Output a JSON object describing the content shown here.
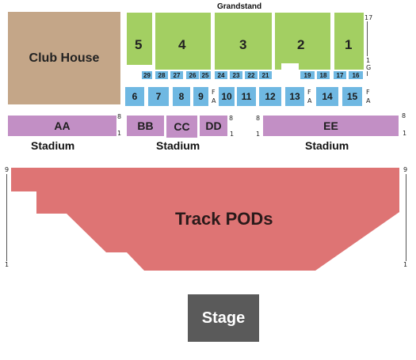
{
  "colors": {
    "club_house": "#c4a688",
    "grandstand": "#a3cf62",
    "blue_section": "#6fb8e2",
    "stadium_section": "#c28fc5",
    "track_pods": "#de7474",
    "stage": "#5a5a5a"
  },
  "grandstand": {
    "title": "Grandstand",
    "upper_sections": [
      "5",
      "4",
      "3",
      "2",
      "1"
    ],
    "row_labels": {
      "top": "17",
      "bottom_1": "1",
      "bottom_g": "G"
    },
    "small_sections": [
      "29",
      "28",
      "27",
      "26",
      "25",
      "24",
      "23",
      "22",
      "21",
      "19",
      "18",
      "17",
      "16"
    ],
    "lower_sections": [
      "6",
      "7",
      "8",
      "9",
      "10",
      "11",
      "12",
      "13",
      "14",
      "15"
    ],
    "fa_labels": [
      "F",
      "A"
    ]
  },
  "club_house": {
    "label": "Club House"
  },
  "stadium": {
    "sections": [
      "AA",
      "BB",
      "CC",
      "DD",
      "EE"
    ],
    "label": "Stadium",
    "row_labels": {
      "top": "8",
      "bottom": "1"
    }
  },
  "track": {
    "label": "Track PODs",
    "row_labels": {
      "top": "9",
      "bottom": "1"
    }
  },
  "stage": {
    "label": "Stage"
  }
}
